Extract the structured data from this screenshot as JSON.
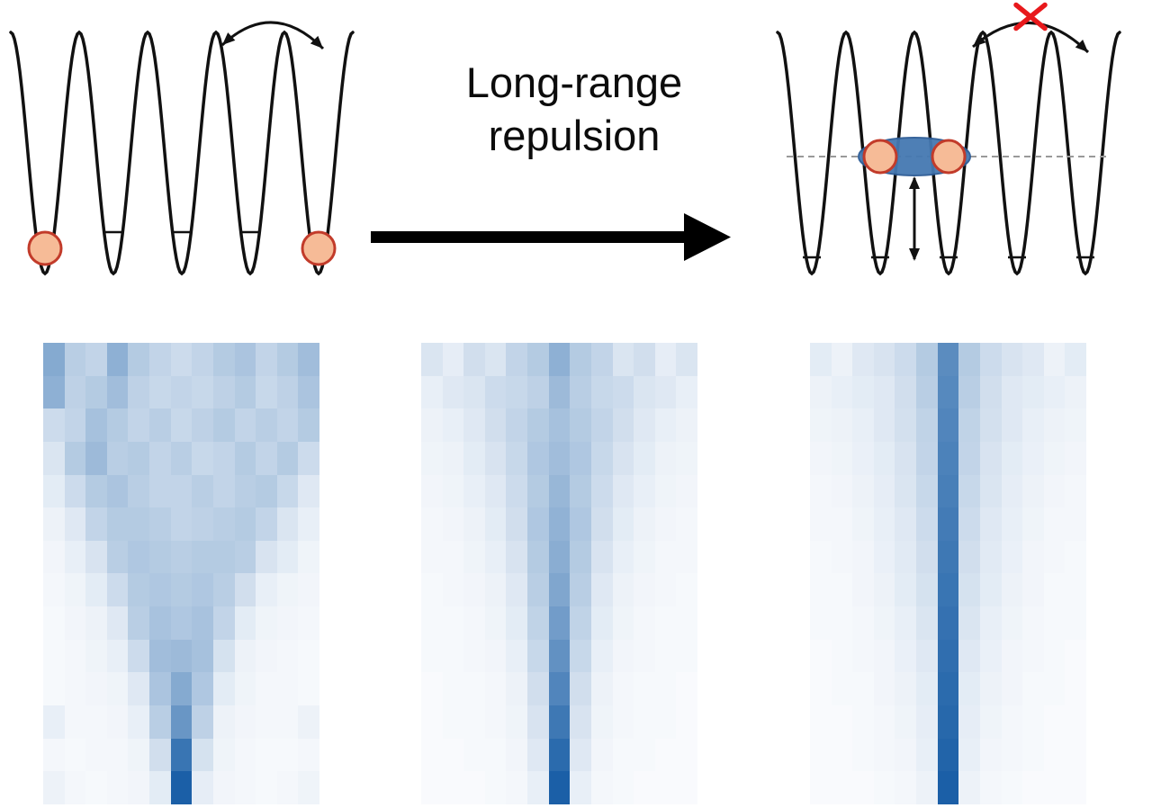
{
  "figure": {
    "label": {
      "line1": "Long-range",
      "line2": "repulsion"
    },
    "colors": {
      "background": "#ffffff",
      "lattice": "#111111",
      "atom_fill": "#f6bb97",
      "atom_stroke": "#c23b2a",
      "pair_fill": "#4579b2",
      "pair_stroke": "#2d5c96",
      "dashed_line": "#999999",
      "blocked_cross": "#e8191c",
      "arrow": "#000000"
    },
    "schematic": {
      "left_lattice": {
        "wells": 5,
        "atoms_at_wells": [
          1,
          5
        ],
        "level_tick_wells": [
          2,
          3,
          4
        ],
        "tunneling": "allowed"
      },
      "right_lattice": {
        "wells": 5,
        "atoms_at_wells": [
          2,
          3
        ],
        "level_tick_wells": [
          1,
          2,
          3,
          4,
          5
        ],
        "tunneling": "blocked",
        "bound_pair": true,
        "pair_level_dashed_line": true,
        "binding_energy_arrow": true
      }
    }
  },
  "chart_data": [
    {
      "id": "left",
      "type": "heatmap",
      "rows": 14,
      "cols": 13,
      "colormap": {
        "low": "#fbfcfe",
        "high": "#0f57a2"
      },
      "values": [
        [
          0.5,
          0.28,
          0.24,
          0.46,
          0.3,
          0.24,
          0.2,
          0.24,
          0.3,
          0.34,
          0.24,
          0.3,
          0.38
        ],
        [
          0.46,
          0.26,
          0.3,
          0.38,
          0.26,
          0.22,
          0.24,
          0.22,
          0.26,
          0.3,
          0.22,
          0.26,
          0.34
        ],
        [
          0.2,
          0.24,
          0.36,
          0.3,
          0.24,
          0.28,
          0.22,
          0.26,
          0.3,
          0.24,
          0.28,
          0.24,
          0.3
        ],
        [
          0.14,
          0.3,
          0.4,
          0.28,
          0.3,
          0.24,
          0.28,
          0.22,
          0.24,
          0.3,
          0.24,
          0.3,
          0.2
        ],
        [
          0.1,
          0.2,
          0.3,
          0.34,
          0.28,
          0.24,
          0.24,
          0.28,
          0.24,
          0.28,
          0.3,
          0.22,
          0.12
        ],
        [
          0.06,
          0.12,
          0.24,
          0.3,
          0.3,
          0.28,
          0.24,
          0.26,
          0.28,
          0.3,
          0.24,
          0.14,
          0.08
        ],
        [
          0.04,
          0.08,
          0.15,
          0.28,
          0.32,
          0.3,
          0.28,
          0.3,
          0.3,
          0.28,
          0.15,
          0.1,
          0.05
        ],
        [
          0.03,
          0.05,
          0.1,
          0.2,
          0.3,
          0.32,
          0.3,
          0.32,
          0.28,
          0.18,
          0.08,
          0.05,
          0.04
        ],
        [
          0.02,
          0.04,
          0.06,
          0.12,
          0.28,
          0.35,
          0.32,
          0.35,
          0.24,
          0.1,
          0.05,
          0.04,
          0.03
        ],
        [
          0.02,
          0.03,
          0.05,
          0.08,
          0.2,
          0.38,
          0.4,
          0.36,
          0.16,
          0.06,
          0.04,
          0.03,
          0.02
        ],
        [
          0.02,
          0.03,
          0.04,
          0.05,
          0.12,
          0.34,
          0.5,
          0.32,
          0.1,
          0.05,
          0.03,
          0.03,
          0.02
        ],
        [
          0.08,
          0.03,
          0.03,
          0.04,
          0.08,
          0.28,
          0.62,
          0.26,
          0.06,
          0.04,
          0.03,
          0.03,
          0.06
        ],
        [
          0.03,
          0.02,
          0.03,
          0.03,
          0.05,
          0.18,
          0.82,
          0.16,
          0.05,
          0.03,
          0.02,
          0.02,
          0.03
        ],
        [
          0.06,
          0.03,
          0.02,
          0.03,
          0.04,
          0.1,
          0.95,
          0.09,
          0.04,
          0.03,
          0.02,
          0.03,
          0.05
        ]
      ]
    },
    {
      "id": "middle",
      "type": "heatmap",
      "rows": 14,
      "cols": 13,
      "colormap": {
        "low": "#fbfcfe",
        "high": "#0f57a2"
      },
      "values": [
        [
          0.14,
          0.09,
          0.18,
          0.14,
          0.24,
          0.3,
          0.46,
          0.3,
          0.24,
          0.14,
          0.18,
          0.09,
          0.14
        ],
        [
          0.08,
          0.12,
          0.14,
          0.2,
          0.22,
          0.26,
          0.4,
          0.28,
          0.22,
          0.2,
          0.14,
          0.12,
          0.08
        ],
        [
          0.06,
          0.08,
          0.12,
          0.18,
          0.24,
          0.3,
          0.36,
          0.3,
          0.24,
          0.18,
          0.12,
          0.08,
          0.06
        ],
        [
          0.05,
          0.06,
          0.1,
          0.15,
          0.22,
          0.32,
          0.38,
          0.32,
          0.22,
          0.15,
          0.1,
          0.06,
          0.05
        ],
        [
          0.04,
          0.05,
          0.08,
          0.12,
          0.2,
          0.3,
          0.42,
          0.3,
          0.2,
          0.12,
          0.08,
          0.05,
          0.04
        ],
        [
          0.03,
          0.04,
          0.06,
          0.1,
          0.18,
          0.32,
          0.45,
          0.32,
          0.18,
          0.1,
          0.06,
          0.04,
          0.03
        ],
        [
          0.03,
          0.03,
          0.05,
          0.08,
          0.15,
          0.3,
          0.48,
          0.3,
          0.15,
          0.08,
          0.05,
          0.03,
          0.03
        ],
        [
          0.02,
          0.03,
          0.04,
          0.06,
          0.12,
          0.28,
          0.52,
          0.28,
          0.12,
          0.06,
          0.04,
          0.03,
          0.02
        ],
        [
          0.02,
          0.02,
          0.03,
          0.05,
          0.1,
          0.25,
          0.58,
          0.25,
          0.1,
          0.05,
          0.03,
          0.02,
          0.02
        ],
        [
          0.02,
          0.02,
          0.03,
          0.04,
          0.08,
          0.22,
          0.65,
          0.22,
          0.08,
          0.04,
          0.03,
          0.02,
          0.02
        ],
        [
          0.01,
          0.02,
          0.02,
          0.03,
          0.06,
          0.18,
          0.72,
          0.18,
          0.06,
          0.03,
          0.02,
          0.02,
          0.01
        ],
        [
          0.01,
          0.02,
          0.02,
          0.03,
          0.05,
          0.15,
          0.8,
          0.15,
          0.05,
          0.03,
          0.02,
          0.02,
          0.01
        ],
        [
          0.01,
          0.01,
          0.02,
          0.02,
          0.04,
          0.12,
          0.88,
          0.12,
          0.04,
          0.02,
          0.02,
          0.01,
          0.01
        ],
        [
          0.01,
          0.01,
          0.01,
          0.02,
          0.03,
          0.08,
          0.95,
          0.08,
          0.03,
          0.02,
          0.01,
          0.01,
          0.01
        ]
      ]
    },
    {
      "id": "right",
      "type": "heatmap",
      "rows": 14,
      "cols": 13,
      "colormap": {
        "low": "#fbfcfe",
        "high": "#0f57a2"
      },
      "values": [
        [
          0.1,
          0.06,
          0.12,
          0.15,
          0.2,
          0.3,
          0.68,
          0.3,
          0.2,
          0.15,
          0.12,
          0.06,
          0.1
        ],
        [
          0.06,
          0.08,
          0.1,
          0.12,
          0.18,
          0.28,
          0.7,
          0.28,
          0.18,
          0.12,
          0.1,
          0.08,
          0.06
        ],
        [
          0.05,
          0.06,
          0.08,
          0.12,
          0.17,
          0.25,
          0.72,
          0.25,
          0.17,
          0.12,
          0.08,
          0.06,
          0.05
        ],
        [
          0.04,
          0.05,
          0.07,
          0.1,
          0.15,
          0.24,
          0.74,
          0.24,
          0.15,
          0.1,
          0.07,
          0.05,
          0.04
        ],
        [
          0.03,
          0.04,
          0.06,
          0.09,
          0.14,
          0.22,
          0.76,
          0.22,
          0.14,
          0.09,
          0.06,
          0.04,
          0.03
        ],
        [
          0.03,
          0.03,
          0.05,
          0.08,
          0.12,
          0.2,
          0.78,
          0.2,
          0.12,
          0.08,
          0.05,
          0.03,
          0.03
        ],
        [
          0.02,
          0.03,
          0.04,
          0.07,
          0.11,
          0.18,
          0.8,
          0.18,
          0.11,
          0.07,
          0.04,
          0.03,
          0.02
        ],
        [
          0.02,
          0.02,
          0.04,
          0.06,
          0.1,
          0.16,
          0.82,
          0.16,
          0.1,
          0.06,
          0.04,
          0.02,
          0.02
        ],
        [
          0.02,
          0.02,
          0.03,
          0.05,
          0.08,
          0.14,
          0.84,
          0.14,
          0.08,
          0.05,
          0.03,
          0.02,
          0.02
        ],
        [
          0.01,
          0.02,
          0.03,
          0.04,
          0.07,
          0.12,
          0.86,
          0.12,
          0.07,
          0.04,
          0.03,
          0.02,
          0.01
        ],
        [
          0.01,
          0.02,
          0.02,
          0.04,
          0.06,
          0.1,
          0.88,
          0.1,
          0.06,
          0.04,
          0.02,
          0.02,
          0.01
        ],
        [
          0.01,
          0.01,
          0.02,
          0.03,
          0.05,
          0.09,
          0.9,
          0.09,
          0.05,
          0.03,
          0.02,
          0.01,
          0.01
        ],
        [
          0.01,
          0.01,
          0.02,
          0.03,
          0.04,
          0.08,
          0.92,
          0.08,
          0.04,
          0.03,
          0.02,
          0.01,
          0.01
        ],
        [
          0.01,
          0.01,
          0.01,
          0.02,
          0.03,
          0.06,
          0.95,
          0.06,
          0.03,
          0.02,
          0.01,
          0.01,
          0.01
        ]
      ]
    }
  ]
}
